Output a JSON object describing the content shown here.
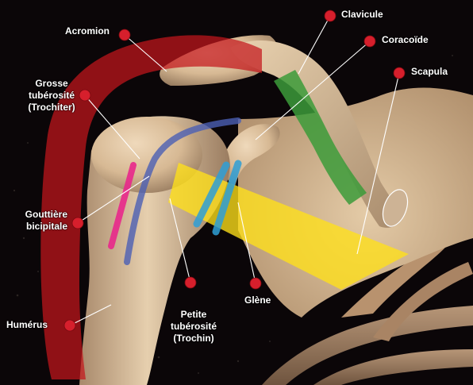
{
  "colors": {
    "background": "#0b0608",
    "bone": "#d9bd99",
    "bone_shadow": "#9c7f63",
    "dot": "#d61f2c",
    "acromion_overlay": "#c4161c",
    "coracoid_overlay": "#3c9b3a",
    "biceps_groove_overlay": "#4b5fb4",
    "greater_tuberosity_overlay": "#e8288b",
    "lesser_tuberosity_overlay": "#2f9fd6",
    "glenoid_overlay": "#ffe01a"
  },
  "labels": {
    "acromion": "Acromion",
    "clavicule": "Clavicule",
    "coracoide": "Coracoïde",
    "scapula": "Scapula",
    "grosse_tuberosite": [
      "Grosse",
      "tubérosité",
      "(Trochiter)"
    ],
    "gouttiere_bicipitale": [
      "Gouttière",
      "bicipitale"
    ],
    "humerus": "Humérus",
    "petite_tuberosite": [
      "Petite",
      "tubérosité",
      "(Trochin)"
    ],
    "glene": "Glène"
  }
}
